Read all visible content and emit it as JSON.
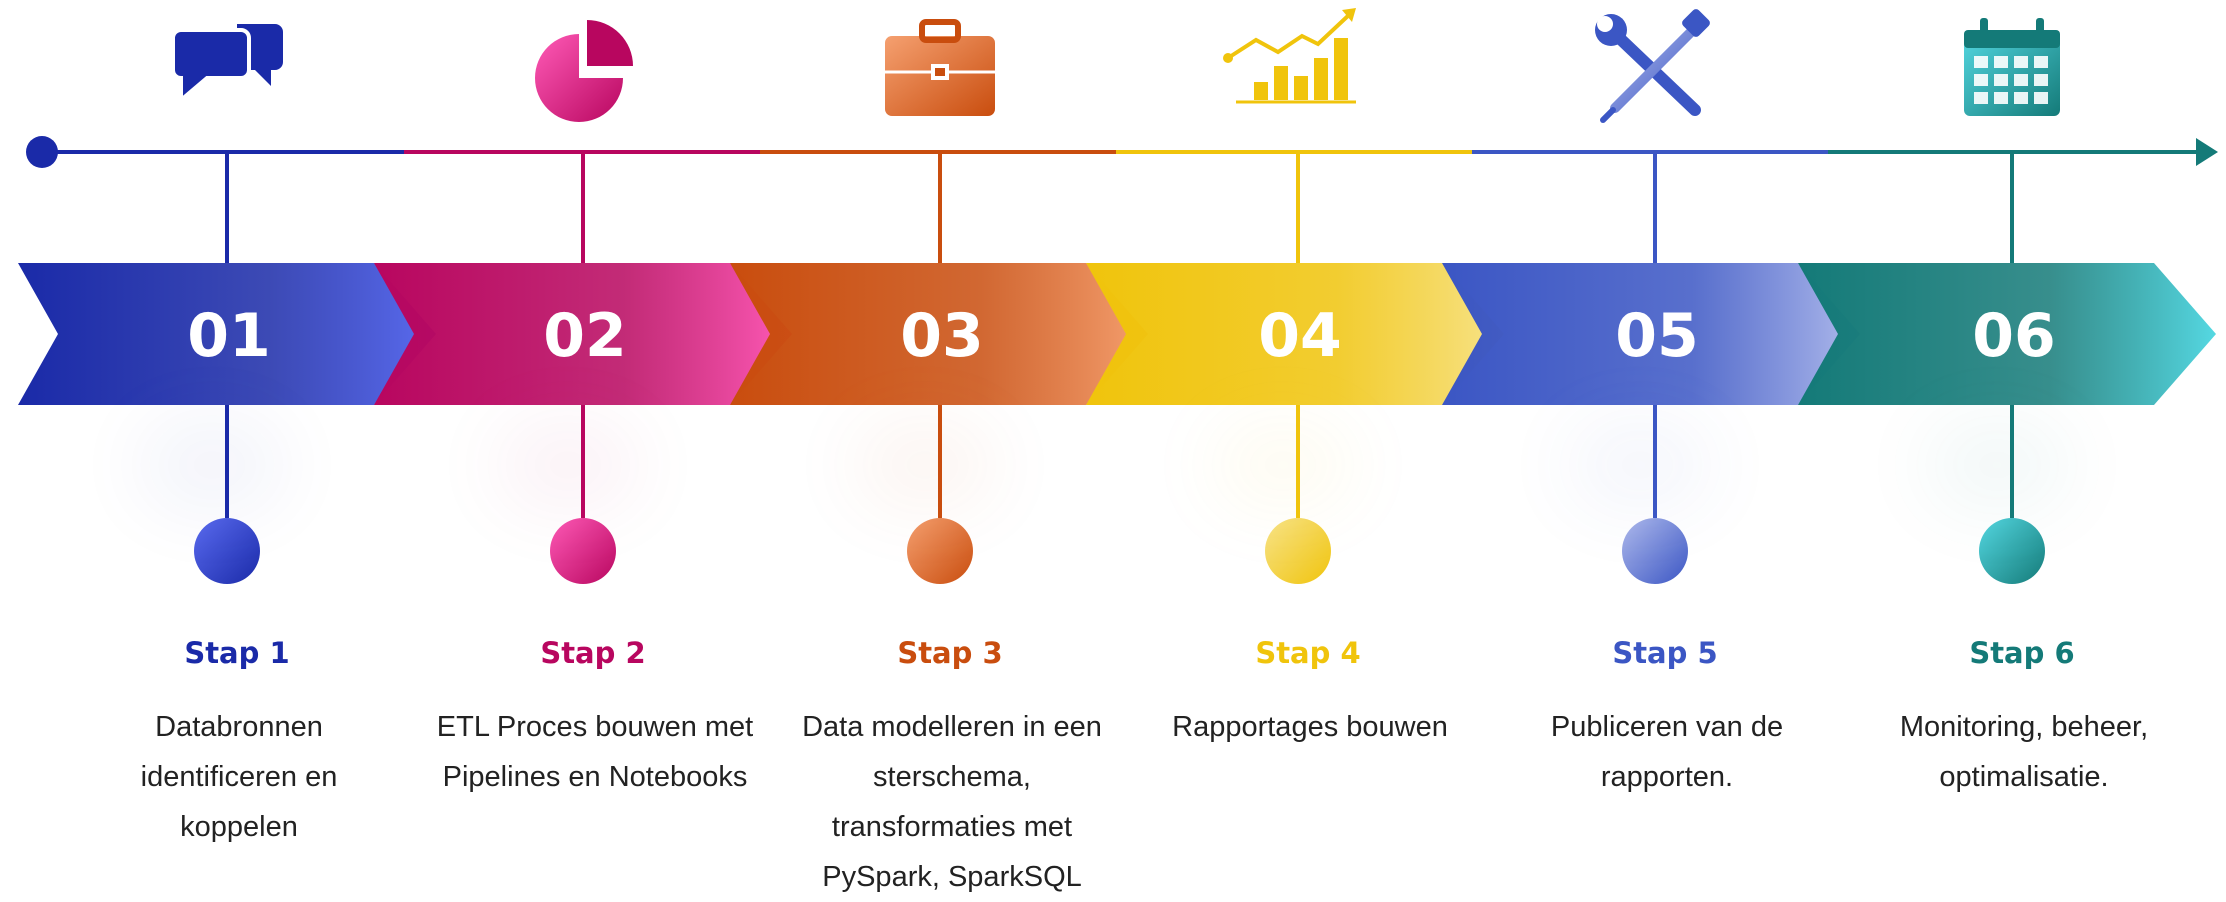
{
  "steps": [
    {
      "number": "01",
      "title": "Stap 1",
      "icon": "chat-bubbles-icon",
      "color_dark": "#1a2aa8",
      "color_light": "#5b6cf0",
      "lines": [
        "Databronnen",
        "identificeren en",
        "koppelen"
      ]
    },
    {
      "number": "02",
      "title": "Stap 2",
      "icon": "pie-chart-icon",
      "color_dark": "#b8065f",
      "color_light": "#ff5bb7",
      "lines": [
        "ETL Proces bouwen met",
        "Pipelines en Notebooks"
      ]
    },
    {
      "number": "03",
      "title": "Stap 3",
      "icon": "briefcase-icon",
      "color_dark": "#c94d0e",
      "color_light": "#f5a070",
      "lines": [
        "Data modelleren in een",
        "sterschema,",
        "transformaties met",
        "PySpark, SparkSQL"
      ]
    },
    {
      "number": "04",
      "title": "Stap 4",
      "icon": "bar-chart-growth-icon",
      "color_dark": "#f0c40c",
      "color_light": "#f7e38a",
      "lines": [
        "Rapportages bouwen"
      ]
    },
    {
      "number": "05",
      "title": "Stap 5",
      "icon": "tools-icon",
      "color_dark": "#3b56c4",
      "color_light": "#b0bbec",
      "lines": [
        "Publiceren van de",
        "rapporten."
      ]
    },
    {
      "number": "06",
      "title": "Stap 6",
      "icon": "calendar-icon",
      "color_dark": "#147a78",
      "color_light": "#55d8e2",
      "lines": [
        "Monitoring, beheer,",
        "optimalisatie."
      ]
    }
  ]
}
